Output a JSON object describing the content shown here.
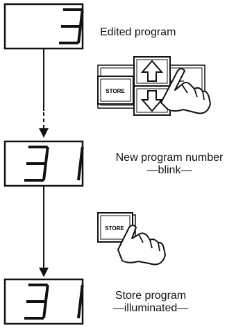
{
  "steps": [
    {
      "display": "3",
      "caption": "Edited program",
      "subcaption": ""
    },
    {
      "display": "31",
      "caption": "New program number",
      "subcaption": "—blink—"
    },
    {
      "display": "31",
      "caption": "Store program",
      "subcaption": "—illuminated—"
    }
  ],
  "panel_buttons": {
    "store_label": "STORE"
  }
}
